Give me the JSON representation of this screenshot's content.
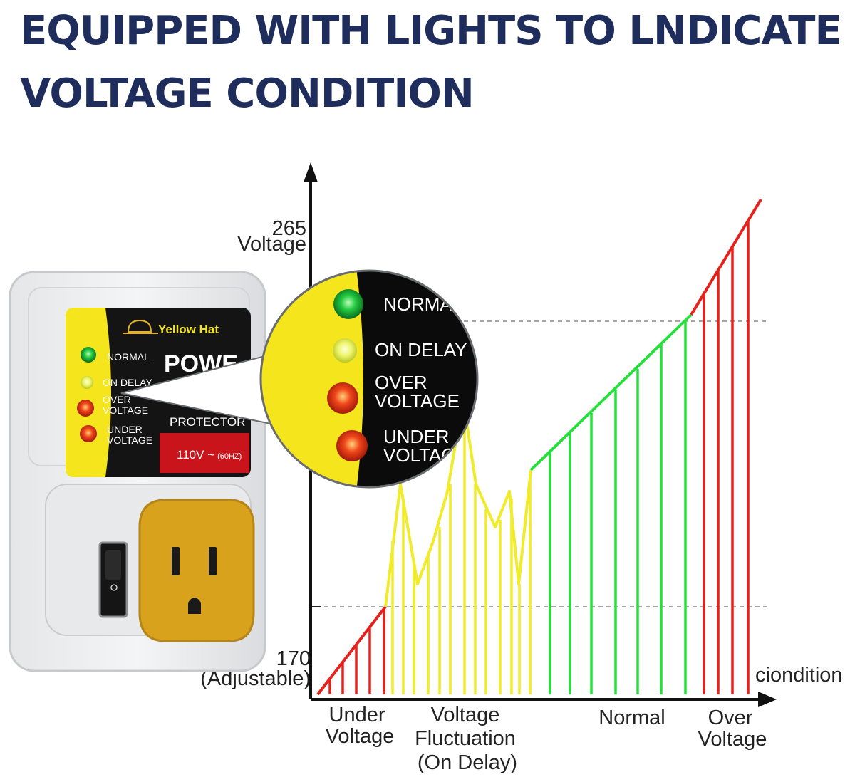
{
  "headline": {
    "line1": "EQUIPPED WITH LIGHTS TO LNDICATE",
    "line2": "VOLTAGE CONDITION"
  },
  "device": {
    "brand": "Yellow Hat",
    "title_fragment": "POWE",
    "protector": "PROTECTOR",
    "rating": "110V ~",
    "rating_hz": "(60HZ)",
    "indicators": [
      {
        "label": "NORMAL",
        "color": "#22c840"
      },
      {
        "label": "ON DELAY",
        "color": "#e6f24a"
      },
      {
        "label": "OVER VOLTAGE",
        "color": "#e83a1c"
      },
      {
        "label": "UNDER VOLTAGE",
        "color": "#e83a1c"
      }
    ]
  },
  "zoom": {
    "labels": [
      "NORMAL",
      "ON DELAY",
      "OVER VOLTAGE",
      "UNDER VOLTAGE"
    ]
  },
  "chart": {
    "y_top_value": "265",
    "y_top_label": "Voltage",
    "y_bottom_value": "170",
    "y_bottom_label": "(Adjustable)",
    "x_label": "ciondition",
    "regions": [
      {
        "name": "under",
        "lines": [
          "Under",
          "Voltage"
        ],
        "color": "#e8201c"
      },
      {
        "name": "fluctuation",
        "lines": [
          "Voltage",
          "Fluctuation",
          "(On Delay)"
        ],
        "color": "#f0ec2a"
      },
      {
        "name": "normal",
        "lines": [
          "Normal"
        ],
        "color": "#25e03a"
      },
      {
        "name": "over",
        "lines": [
          "Over",
          "Voltage"
        ],
        "color": "#e8201c"
      }
    ]
  },
  "colors": {
    "navy": "#1f2d5c",
    "red": "#e8201c",
    "yellow": "#f0ec2a",
    "green": "#25e03a",
    "outlet": "#d9a21c"
  }
}
